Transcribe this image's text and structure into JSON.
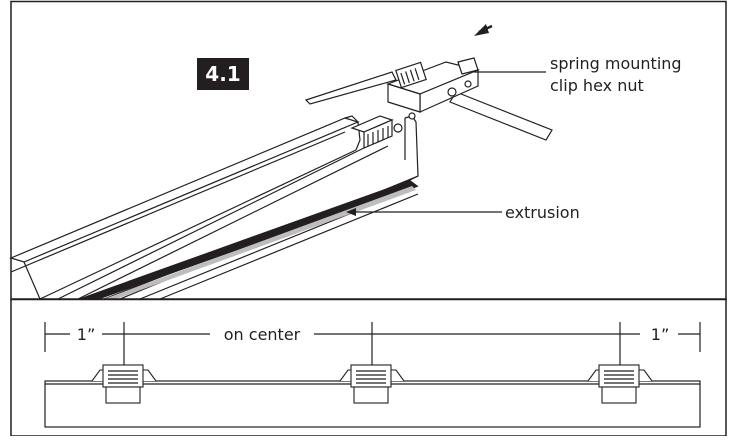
{
  "step": {
    "number": "4.1",
    "badge_bg": "#231f20",
    "badge_fg": "#ffffff"
  },
  "top_panel": {
    "callouts": [
      {
        "id": "clip",
        "lines": [
          "spring mounting",
          "clip hex nut"
        ]
      },
      {
        "id": "extrusion",
        "lines": [
          "extrusion"
        ]
      }
    ]
  },
  "bottom_panel": {
    "dimensions": {
      "left_edge": "1”",
      "spacing": "on center",
      "right_edge": "1”"
    },
    "clip_count": 3
  },
  "colors": {
    "ink": "#231f20",
    "paper": "#ffffff",
    "shade": "#bdbdbd"
  }
}
